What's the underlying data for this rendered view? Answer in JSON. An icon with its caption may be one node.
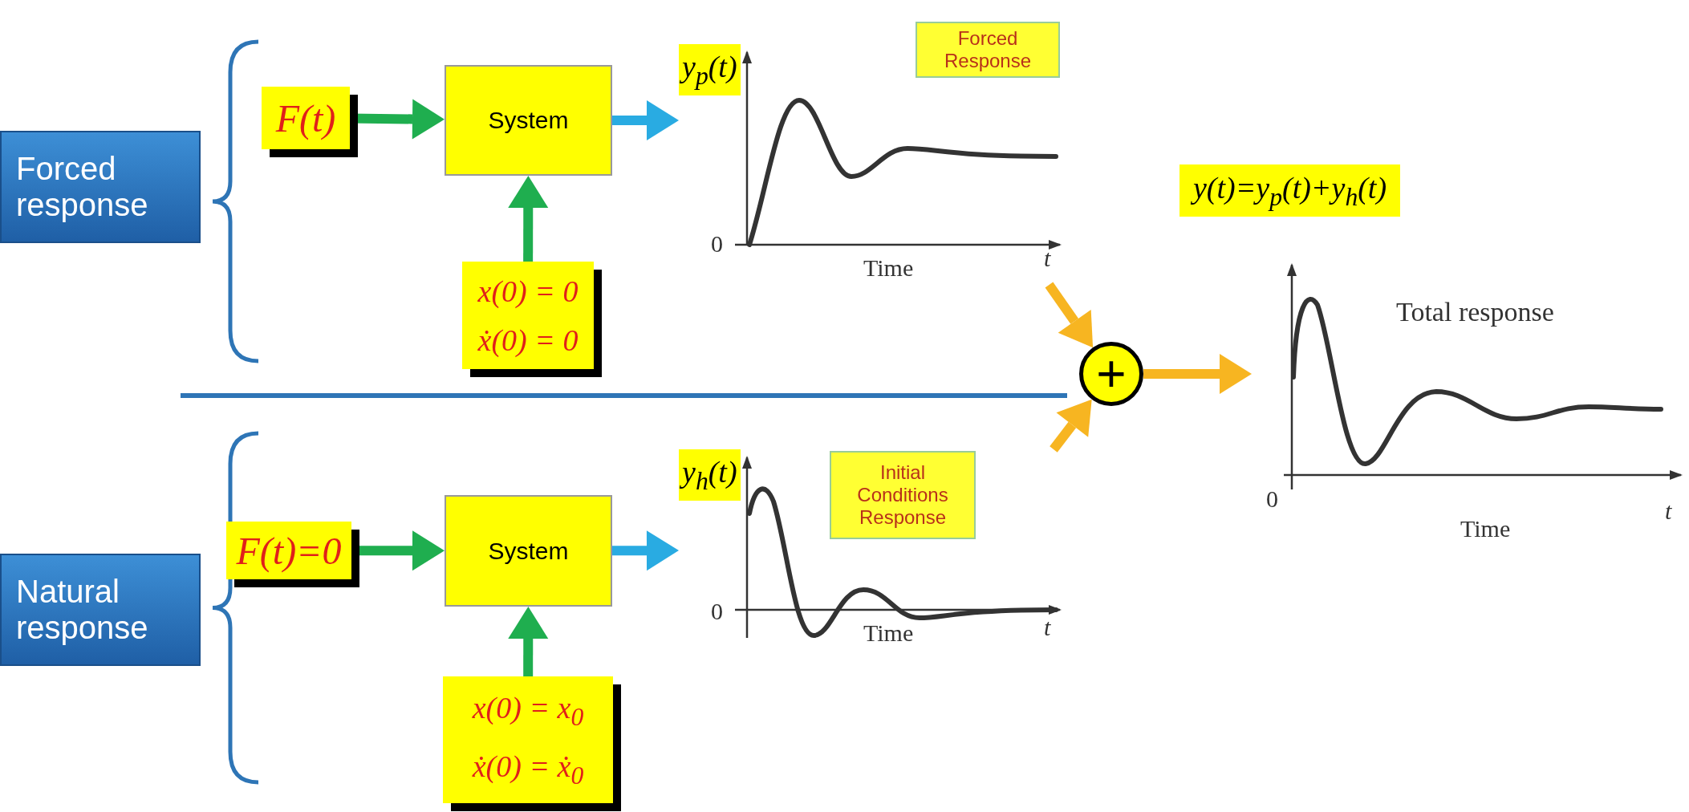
{
  "diagram": {
    "nodes": [
      {
        "text": [
          "Forced response"
        ]
      },
      {
        "text": [
          "F(t)"
        ]
      },
      {
        "text": [
          "System"
        ]
      },
      {
        "text": [
          "x(0) = 0",
          "ẋ(0) = 0"
        ]
      },
      {
        "text": [
          "y$_{p}$(t)",
          "0",
          "t",
          "Time"
        ]
      },
      {
        "text": [
          "Forced Response"
        ]
      },
      {
        "text": [
          "Natural response"
        ]
      },
      {
        "text": [
          "F(t)=0"
        ]
      },
      {
        "text": [
          "System"
        ]
      },
      {
        "text": [
          "x(0) = x$_{0}$",
          "ẋ(0) = ẋ$_{0}$"
        ]
      },
      {
        "text": [
          "y$_{h}$(t)",
          "0",
          "t",
          "Time"
        ]
      },
      {
        "text": [
          "Initial Conditions Response"
        ],
        "in": 10
      },
      {
        "text": [
          "+"
        ]
      },
      {
        "text": [
          "y(t)=y$_{p}$(t)+y$_{h}$(t)"
        ]
      },
      {
        "text": [
          "Total response",
          "0",
          "t",
          "Time"
        ]
      }
    ],
    "edges": [
      {
        "from": 1,
        "to": 2,
        "arrow": "to"
      },
      {
        "from": 3,
        "to": 2,
        "arrow": "to"
      },
      {
        "from": 2,
        "to": 4,
        "arrow": "to",
        "color": "#29abe2"
      },
      {
        "from": 7,
        "to": 8,
        "arrow": "to"
      },
      {
        "from": 9,
        "to": 8,
        "arrow": "to"
      },
      {
        "from": 8,
        "to": 10,
        "arrow": "to",
        "color": "#29abe2"
      },
      {
        "from": 4,
        "to": 12,
        "arrow": "to",
        "color": "#f7b521"
      },
      {
        "from": 10,
        "to": 12,
        "arrow": "to",
        "color": "#f7b521"
      },
      {
        "from": 12,
        "to": 14,
        "arrow": "to",
        "color": "#f7b521"
      }
    ]
  }
}
